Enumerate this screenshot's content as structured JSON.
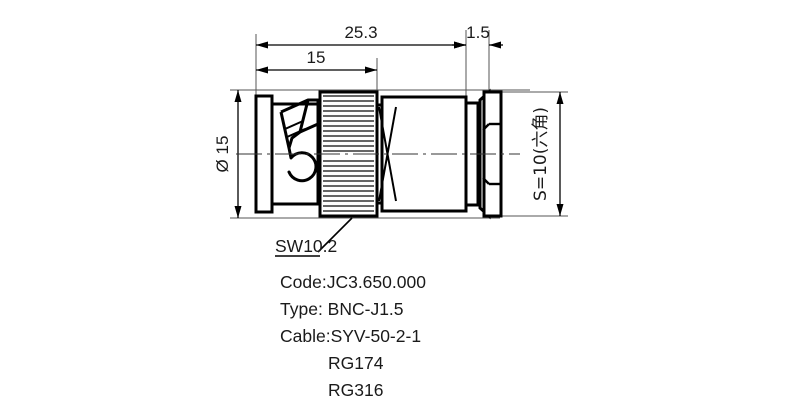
{
  "drawing": {
    "title": "BNC-J1.5 connector outline drawing",
    "background_color": "#ffffff",
    "line_color": "#000000",
    "thin_line_color": "#4d4d4d",
    "dimensions": {
      "overall_length": "25.3",
      "front_length": "15",
      "tail_length": "1.5",
      "front_diameter": "Ø 15",
      "hex_across_flats": "S=10(六角)",
      "wrench_flat": "SW10.2"
    },
    "specs": {
      "code": "Code:JC3.650.000",
      "type": "Type: BNC-J1.5",
      "cable": "Cable:SYV-50-2-1",
      "cable_alt_1": "RG174",
      "cable_alt_2": "RG316"
    }
  }
}
